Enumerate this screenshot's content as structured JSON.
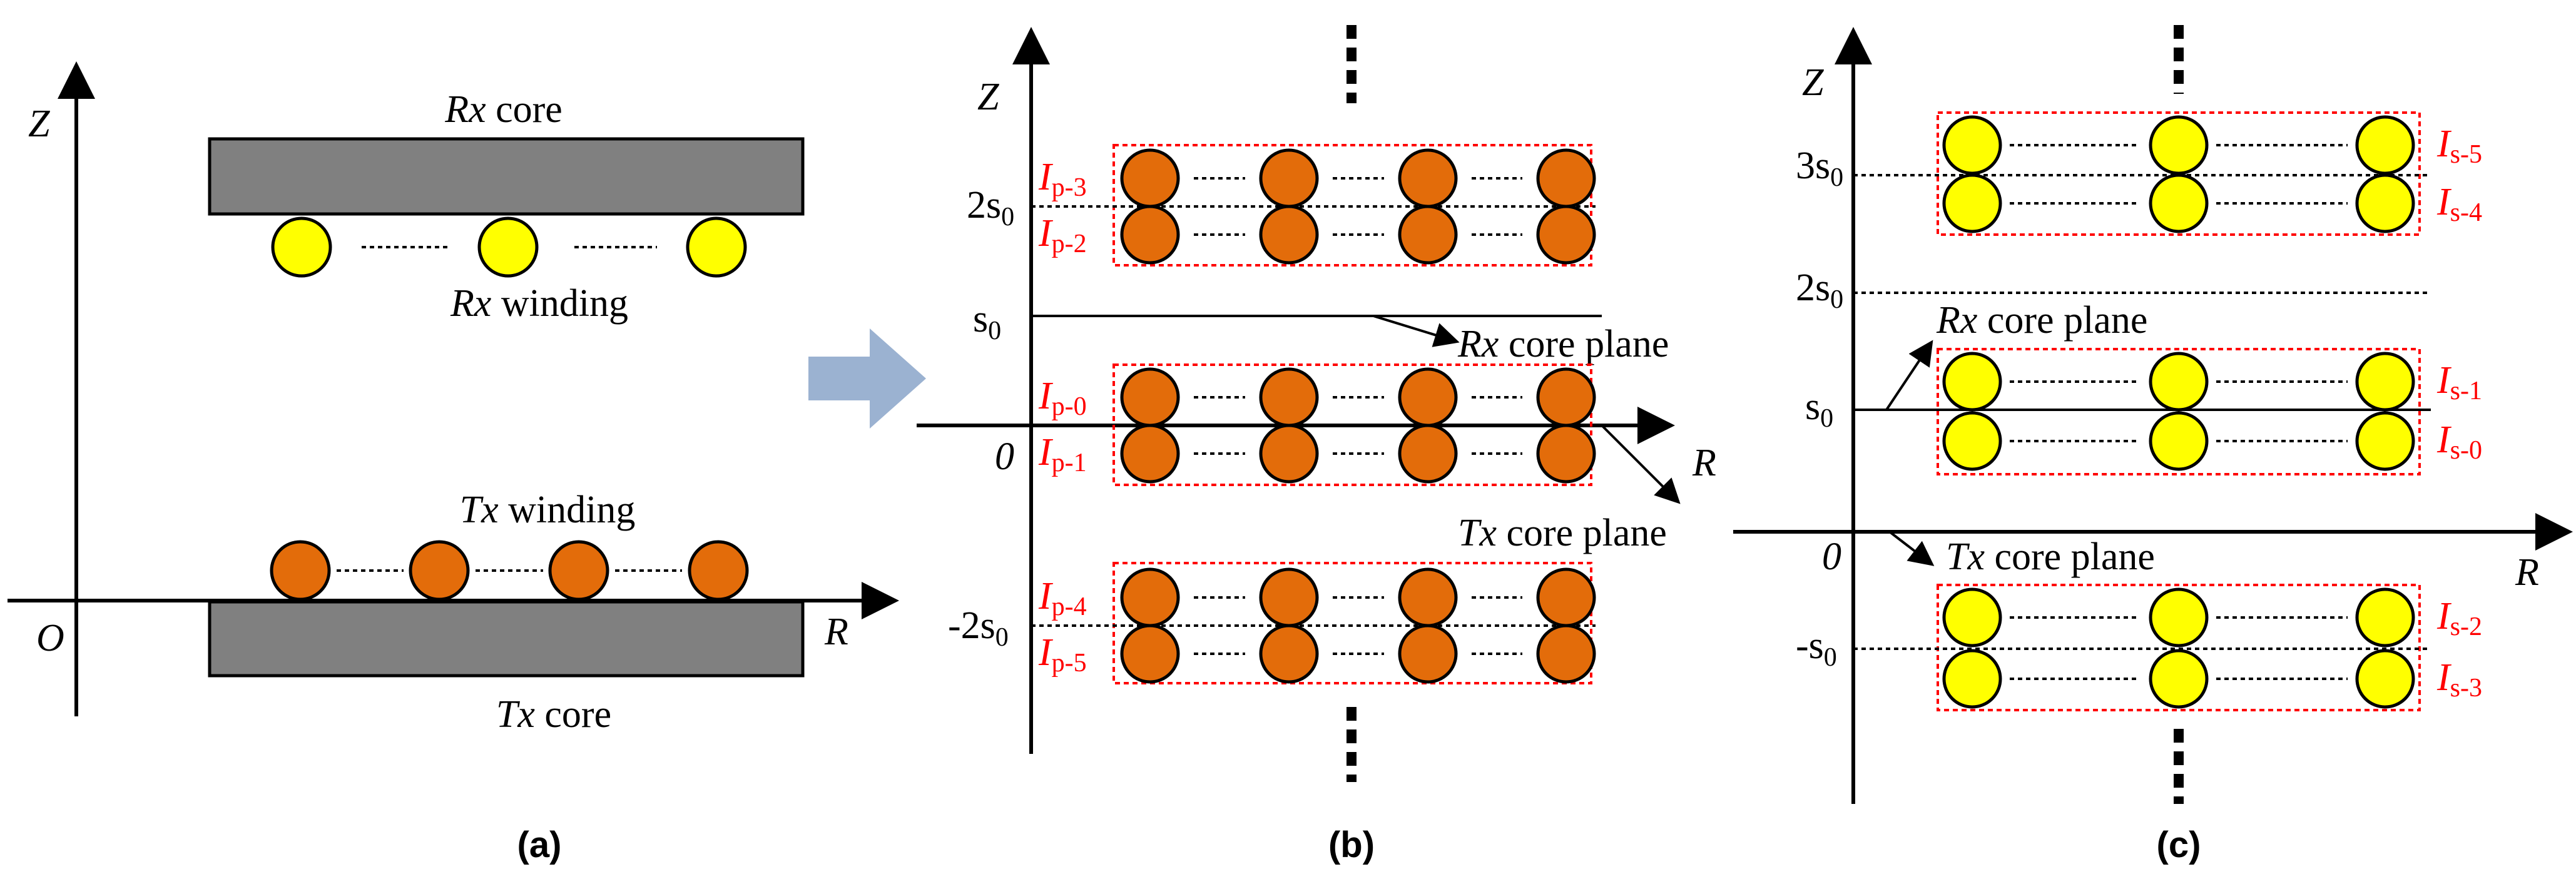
{
  "panel_a": {
    "caption": "(a)",
    "z_axis": "Z",
    "r_axis": "R",
    "origin": "O",
    "rx_core": {
      "italic": "Rx",
      "text": " core"
    },
    "rx_winding": {
      "italic": "Rx",
      "text": " winding"
    },
    "tx_winding": {
      "italic": "Tx",
      "text": " winding"
    },
    "tx_core": {
      "italic": "Tx",
      "text": " core"
    }
  },
  "panel_b": {
    "caption": "(b)",
    "z_axis": "Z",
    "r_axis": "R",
    "zero": "0",
    "ticks": {
      "two_s0": "2s",
      "s0": "s",
      "neg_two_s0": "-2s",
      "sub": "0"
    },
    "rx_plane": {
      "italic": "Rx",
      "text": " core plane"
    },
    "tx_plane": {
      "italic": "Tx",
      "text": " core plane"
    },
    "currents": {
      "p3": {
        "main": "I",
        "sub": "p-3"
      },
      "p2": {
        "main": "I",
        "sub": "p-2"
      },
      "p0": {
        "main": "I",
        "sub": "p-0"
      },
      "p1": {
        "main": "I",
        "sub": "p-1"
      },
      "p4": {
        "main": "I",
        "sub": "p-4"
      },
      "p5": {
        "main": "I",
        "sub": "p-5"
      }
    }
  },
  "panel_c": {
    "caption": "(c)",
    "z_axis": "Z",
    "r_axis": "R",
    "zero": "0",
    "ticks": {
      "three_s0": "3s",
      "two_s0": "2s",
      "s0": "s",
      "neg_s0": "-s",
      "sub": "0"
    },
    "rx_plane": {
      "italic": "Rx",
      "text": " core plane"
    },
    "tx_plane": {
      "italic": "Tx",
      "text": " core plane"
    },
    "currents": {
      "s5": {
        "main": "I",
        "sub": "s-5"
      },
      "s4": {
        "main": "I",
        "sub": "s-4"
      },
      "s1": {
        "main": "I",
        "sub": "s-1"
      },
      "s0": {
        "main": "I",
        "sub": "s-0"
      },
      "s2": {
        "main": "I",
        "sub": "s-2"
      },
      "s3": {
        "main": "I",
        "sub": "s-3"
      }
    }
  },
  "colors": {
    "primary_conductor": "#e36c0a",
    "secondary_conductor": "#ffff00",
    "core": "#808080",
    "image_box": "#ff0000",
    "transition_arrow": "#9bb2d1"
  }
}
